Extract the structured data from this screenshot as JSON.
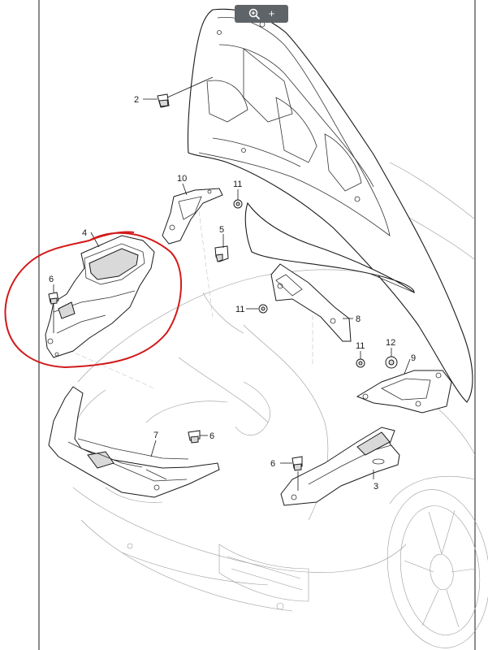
{
  "toolbar": {
    "zoom_icon": "magnify-zoom-icon",
    "plus_label": "+"
  },
  "callouts": {
    "c2": "2",
    "c3": "3",
    "c4": "4",
    "c5": "5",
    "c6a": "6",
    "c6b": "6",
    "c6c": "6",
    "c7": "7",
    "c8": "8",
    "c9": "9",
    "c10": "10",
    "c11a": "11",
    "c11b": "11",
    "c11c": "11",
    "c12": "12"
  },
  "colors": {
    "highlight_circle": "#d21a1a",
    "line": "#1a1a1a",
    "toolbar_bg": "#5f6468"
  }
}
